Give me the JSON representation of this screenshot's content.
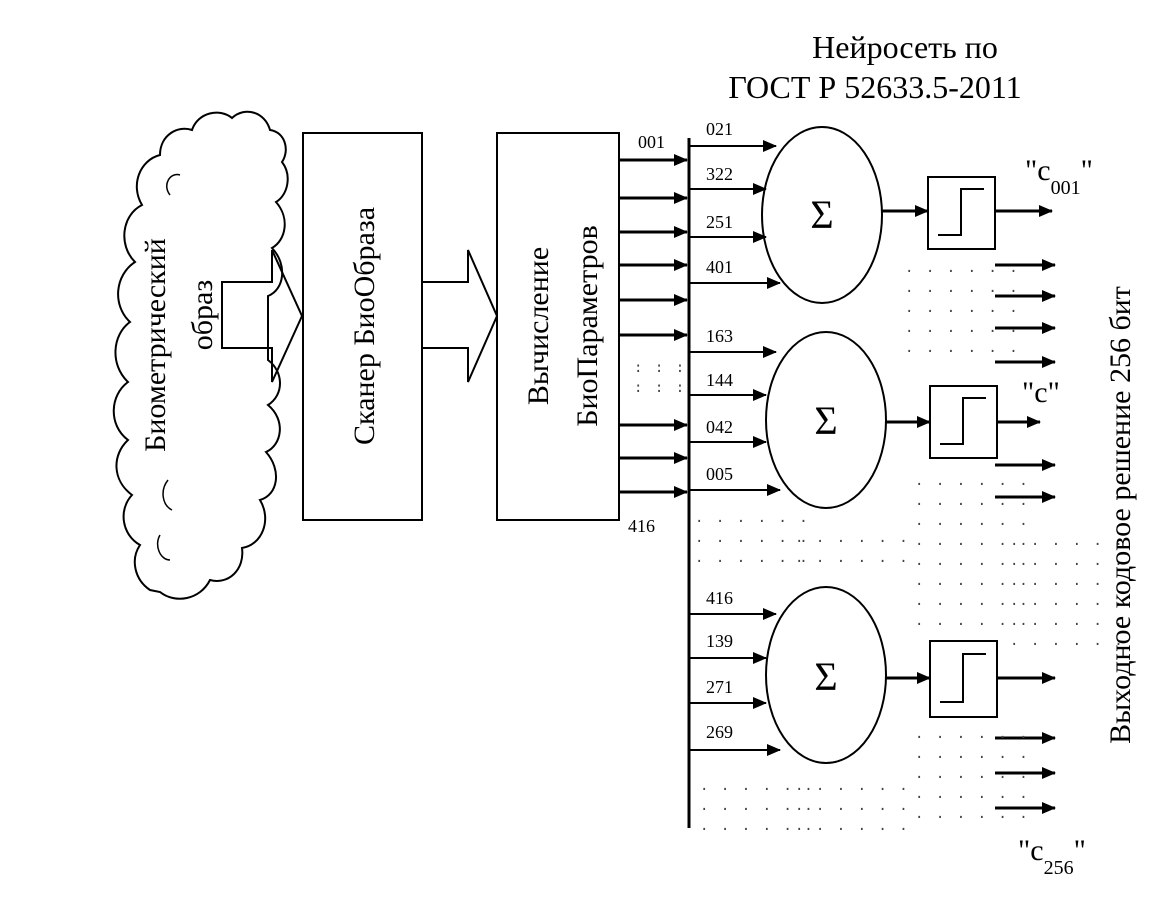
{
  "title": {
    "line1": "Нейросеть по",
    "line2": "ГОСТ Р 52633.5-2011"
  },
  "cloud_label": {
    "line1": "Биометрический",
    "line2": "образ"
  },
  "scanner_label": "Сканер  БиоОбраза",
  "compute_label": {
    "line1": "Вычисление",
    "line2": "БиоПараметров"
  },
  "bus_labels": {
    "first": "001",
    "last": "416"
  },
  "neurons": [
    {
      "inputs": [
        "021",
        "322",
        "251",
        "401"
      ],
      "symbol": "Σ"
    },
    {
      "inputs": [
        "163",
        "144",
        "042",
        "005"
      ],
      "symbol": "Σ"
    },
    {
      "inputs": [
        "416",
        "139",
        "271",
        "269"
      ],
      "symbol": "Σ"
    }
  ],
  "outputs": {
    "first": {
      "prefix": "\"c",
      "sub": "001",
      "suffix": "\""
    },
    "middle": {
      "prefix": "\"c",
      "suffix": "\""
    },
    "last": {
      "prefix": "\"c",
      "sub": "256",
      "suffix": "\""
    }
  },
  "side_label": "Выходное  кодовое  решение  256 бит",
  "dots": ". . . . . ."
}
